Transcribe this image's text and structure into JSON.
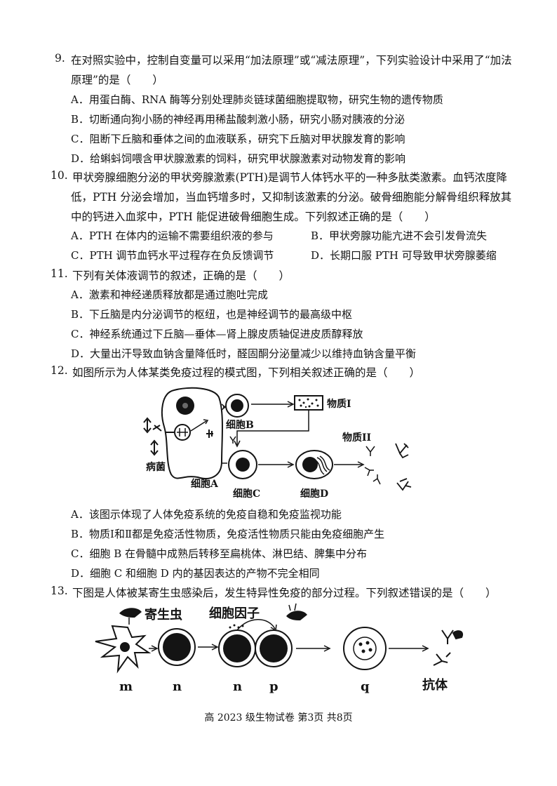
{
  "q9": {
    "num": "9.",
    "line1": "在对照实验中，控制自变量可以采用“加法原理”或“减法原理”，下列实验设计中采用了“加法",
    "line2": "原理”的是（　　）",
    "options": [
      "A．用蛋白酶、RNA 酶等分别处理肺炎链球菌细胞提取物，研究生物的遗传物质",
      "B．切断通向狗小肠的神经再用稀盐酸刺激小肠，研究小肠对胰液的分泌",
      "C．阻断下丘脑和垂体之间的血液联系，研究下丘脑对甲状腺发育的影响",
      "D．给蝌蚪饲喂含甲状腺激素的饲料，研究甲状腺激素对动物发育的影响"
    ]
  },
  "q10": {
    "num": "10.",
    "line1": "甲状旁腺细胞分泌的甲状旁腺激素(PTH)是调节人体钙水平的一种多肽类激素。血钙浓度降",
    "line2": "低，PTH 分泌会增加，当血钙增多时，又抑制该激素的分泌。破骨细胞能分解骨组织释放其",
    "line3": "中的钙进入血浆中，PTH 能促进破骨细胞生成。下列叙述正确的是（　　）",
    "options": [
      "A．PTH 在体内的运输不需要组织液的参与",
      "B．甲状旁腺功能亢进不会引发骨流失",
      "C．PTH 调节血钙水平过程存在负反馈调节",
      "D．长期口服 PTH 可导致甲状旁腺萎缩"
    ]
  },
  "q11": {
    "num": "11.",
    "line1": "下列有关体液调节的叙述，正确的是（　　）",
    "options": [
      "A．激素和神经递质释放都是通过胞吐完成",
      "B．下丘脑是内分泌调节的枢纽，也是神经调节的最高级中枢",
      "C．神经系统通过下丘脑—垂体—肾上腺皮质轴促进皮质醇释放",
      "D．大量出汗导致血钠含量降低时，醛固酮分泌量减少以维持血钠含量平衡"
    ]
  },
  "q12": {
    "num": "12.",
    "line1": "如图所示为人体某类免疫过程的模式图，下列相关叙述正确的是（　　）",
    "figure": {
      "substance1": "物质Ⅰ",
      "substance2": "物质II",
      "cellA": "细胞A",
      "cellB": "细胞B",
      "cellC": "细胞C",
      "cellD": "细胞D",
      "pathogen": "病菌"
    },
    "options": [
      "A．该图示体现了人体免疫系统的免疫自稳和免疫监视功能",
      "B．物质Ⅰ和Ⅱ都是免疫活性物质，免疫活性物质只能由免疫细胞产生",
      "C．细胞 B 在骨髓中成熟后转移至扁桃体、淋巴结、脾集中分布",
      "D．细胞 C 和细胞 D 内的基因表达的产物不完全相同"
    ]
  },
  "q13": {
    "num": "13.",
    "line1": "下图是人体被某寄生虫感染后，发生特异性免疫的部分过程。下列叙述错误的是（　　）",
    "figure": {
      "parasite": "寄生虫",
      "cytokine": "细胞因子",
      "m": "m",
      "n1": "n",
      "n2": "n",
      "p": "p",
      "q": "q",
      "antibody": "抗体"
    }
  },
  "footer": "高 2023 级生物试卷 第3页 共8页"
}
